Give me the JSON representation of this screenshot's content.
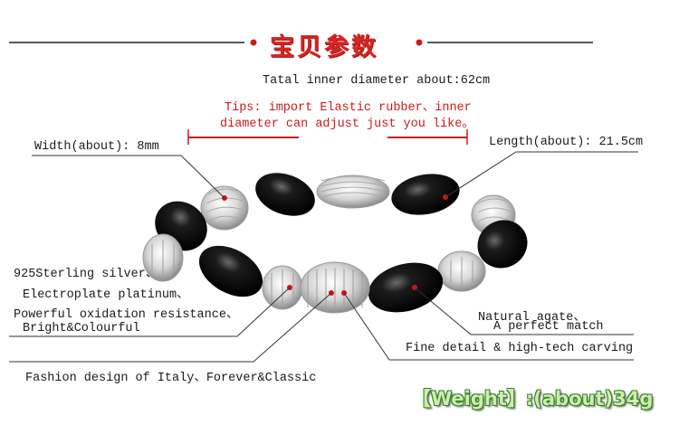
{
  "header": {
    "title": "宝贝参数"
  },
  "specs": {
    "inner_diameter": "Tatal inner diameter about:62cm",
    "tips_line1": "Tips: import Elastic rubber、inner",
    "tips_line2": "diameter can adjust just you like。",
    "width": "Width(about): 8mm",
    "length": "Length(about): 21.5cm",
    "material_line1": "925Sterling silver、",
    "material_line2": "Electroplate platinum、",
    "material_line3": "Powerful oxidation resistance、",
    "material_line4": "Bright&Colourful",
    "agate_line1": "Natural agate、",
    "agate_line2": "A perfect match",
    "carving": "Fine detail & high-tech carving",
    "fashion": "Fashion design of Italy、Forever&Classic",
    "weight": "【Weight】:(about)34g"
  },
  "colors": {
    "title_red": "#d42424",
    "tip_red": "#cc1a1a",
    "weight_green": "#c8f0a8",
    "bead_black": "#111111",
    "silver": "#d8d8d8"
  }
}
